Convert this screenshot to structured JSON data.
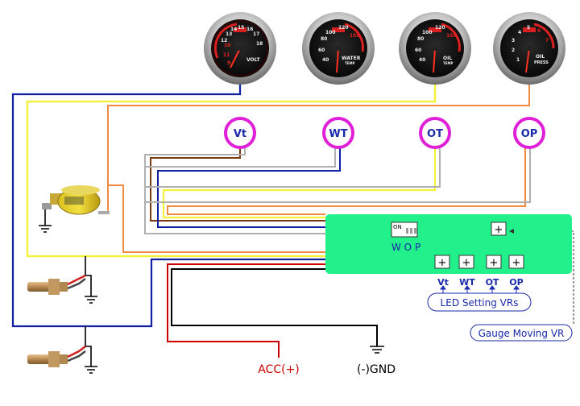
{
  "gauges": [
    {
      "name": "VOLT",
      "sub": "",
      "ticks": [
        "10",
        "11",
        "12",
        "13",
        "14",
        "15",
        "16",
        "17",
        "18",
        "9"
      ]
    },
    {
      "name": "WATER",
      "sub": "TEMP",
      "ticks": [
        "40",
        "60",
        "80",
        "100",
        "120",
        "150"
      ]
    },
    {
      "name": "OIL",
      "sub": "TEMP",
      "ticks": [
        "40",
        "60",
        "80",
        "100",
        "120",
        "150"
      ]
    },
    {
      "name": "OIL",
      "sub": "PRESS",
      "ticks": [
        "1",
        "2",
        "3",
        "4",
        "5",
        "6",
        "7"
      ]
    }
  ],
  "sensors": [
    {
      "label": "Vt"
    },
    {
      "label": "WT"
    },
    {
      "label": "OT"
    },
    {
      "label": "OP"
    }
  ],
  "controller": {
    "dip_on": "ON",
    "dip_labels": "W O P",
    "vr_symbol": "+",
    "vr_labels": [
      "Vt",
      "WT",
      "OT",
      "OP"
    ],
    "led_setting": "LED Setting VRs",
    "gauge_moving": "Gauge Moving VR"
  },
  "power": {
    "acc": "ACC(+)",
    "gnd": "(-)GND"
  },
  "colors": {
    "board": "#22f08a",
    "sensor_ring": "#e020d8",
    "label_blue": "#1a2aa8",
    "acc_red": "#cc0000",
    "wire_blue": "#1020a0",
    "wire_yellow": "#f2f23a",
    "wire_orange": "#f08a40",
    "wire_brown": "#7a3a10",
    "wire_grey": "#b0b0b0",
    "wire_black": "#000000"
  }
}
